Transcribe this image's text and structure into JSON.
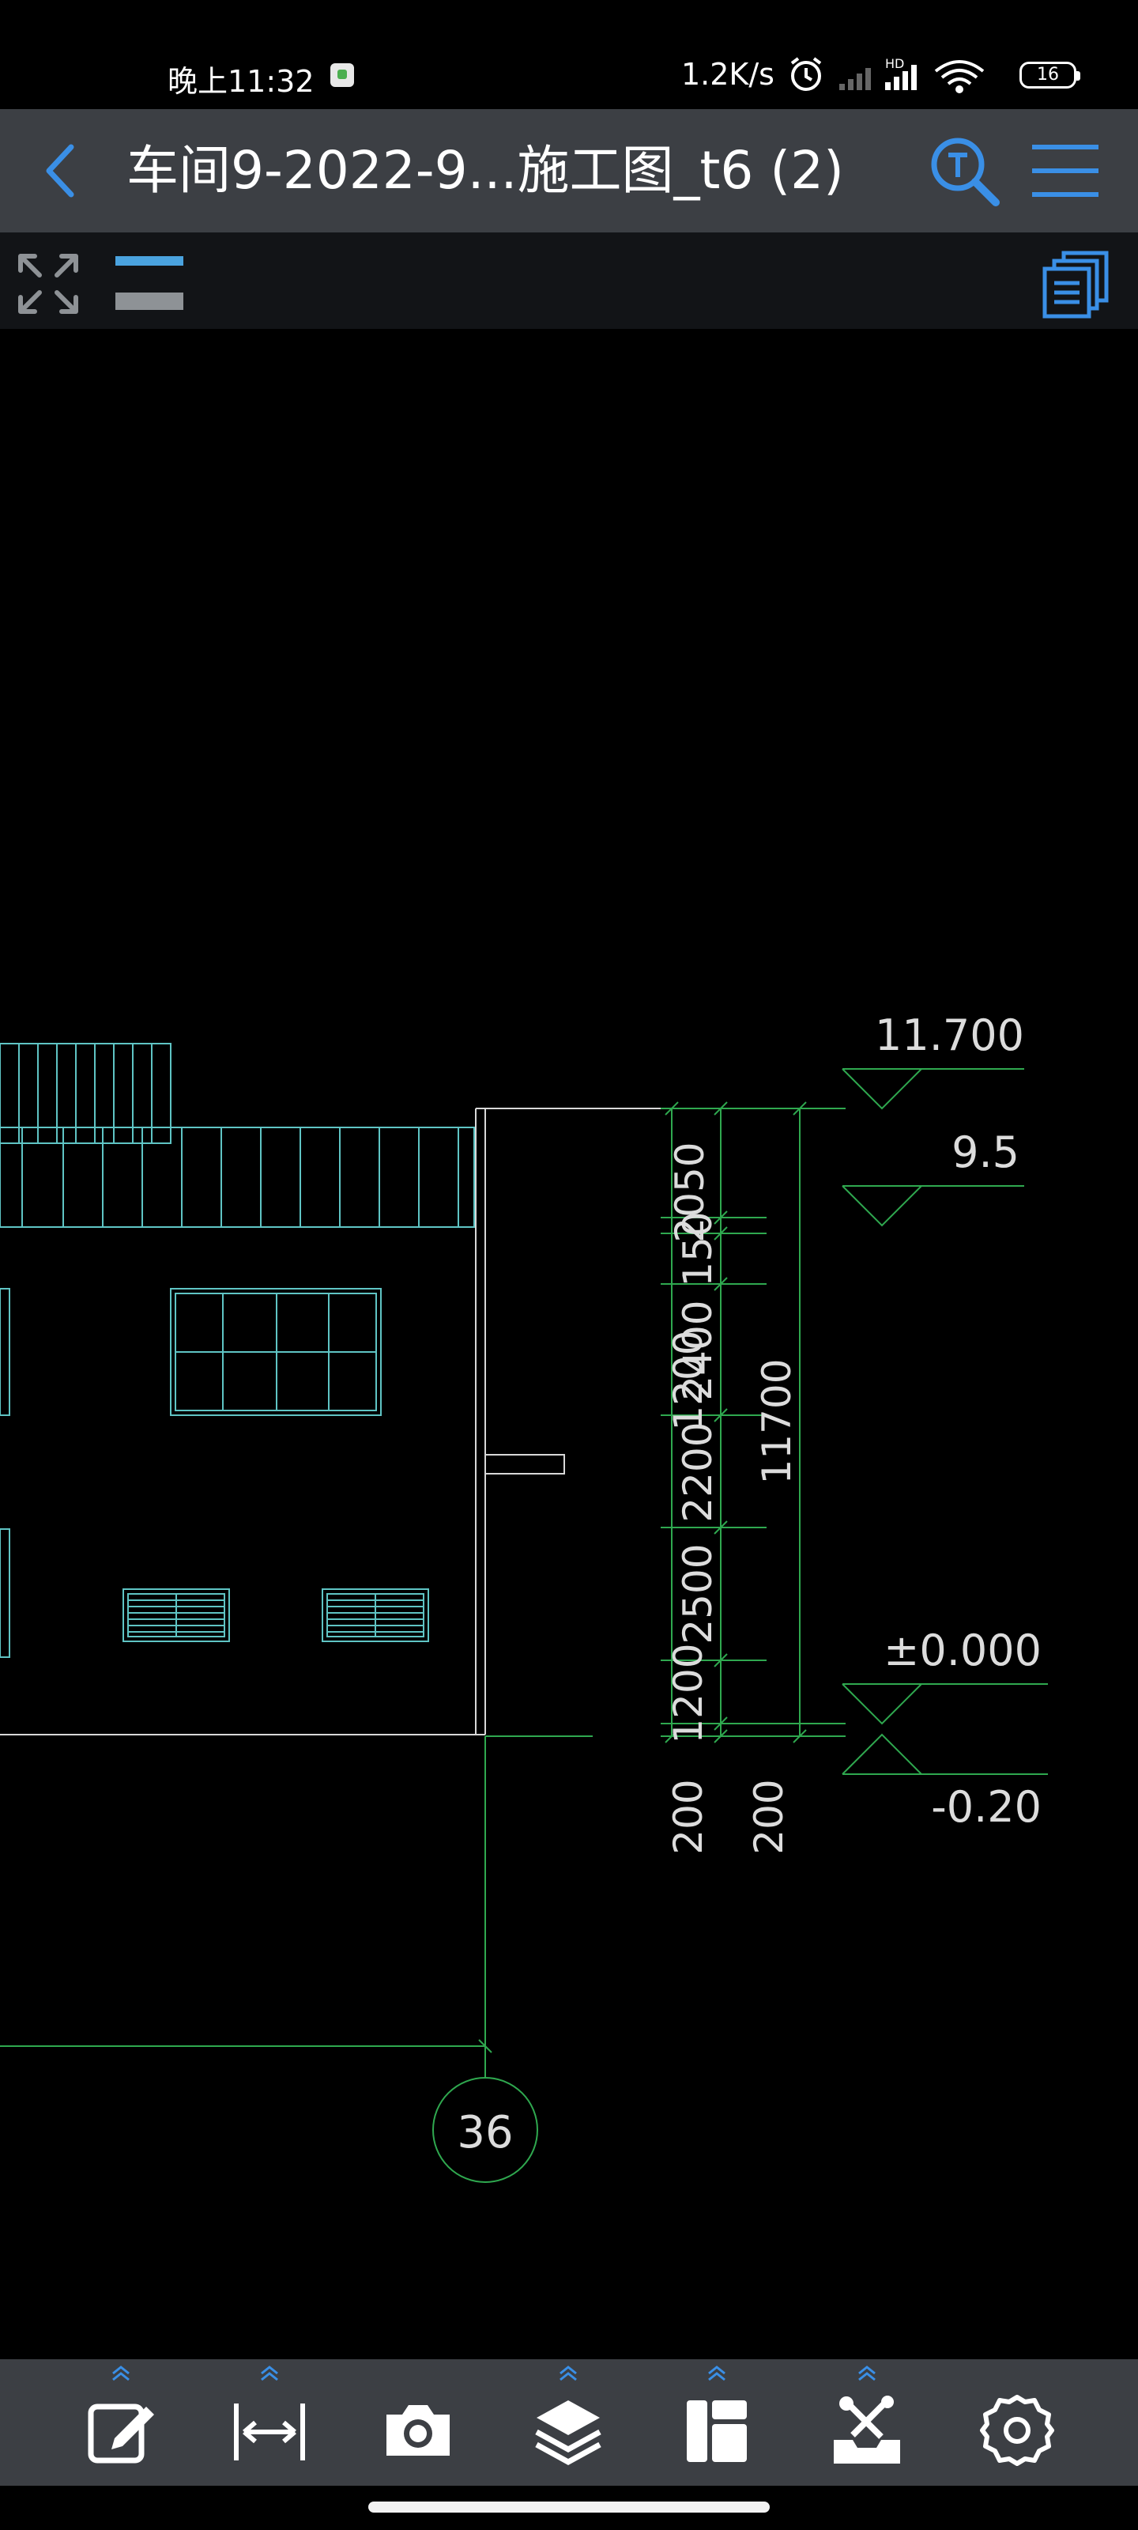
{
  "status_bar": {
    "time": "晚上11:32",
    "net_speed": "1.2K/s",
    "battery": "16",
    "icons": [
      "alarm-icon",
      "signal-icon",
      "hd-signal-icon",
      "wifi-icon",
      "battery-icon"
    ]
  },
  "title_bar": {
    "title": "车间9-2022-9...施工图_t6 (2)",
    "back_icon": "chevron-left-icon",
    "search_icon": "text-search-icon",
    "menu_icon": "hamburger-menu-icon"
  },
  "toolbar": {
    "fit_icon": "expand-arrows-icon",
    "layer_icon": "layer-toggle-icon",
    "pages_icon": "layout-pages-icon"
  },
  "drawing": {
    "elev_top": "11.700",
    "elev_roof": "9.5",
    "elev_zero": "±0.000",
    "elev_ground": "-0.20",
    "dims_left": [
      "1200",
      "1200",
      "200"
    ],
    "dims_mid": [
      "2050",
      "150",
      "2400",
      "2200",
      "2500",
      "200"
    ],
    "dim_total": "11700",
    "axis_label": "36"
  },
  "bottom_toolbar": {
    "items": [
      "edit-icon",
      "measure-icon",
      "camera-icon",
      "layers-icon",
      "layout-icon",
      "tools-icon",
      "settings-icon"
    ]
  },
  "colors": {
    "accent": "#3a8fe6",
    "cad_green": "#2fa84f",
    "cad_cyan": "#5fc4c4",
    "cad_white": "#d8d8d8"
  }
}
